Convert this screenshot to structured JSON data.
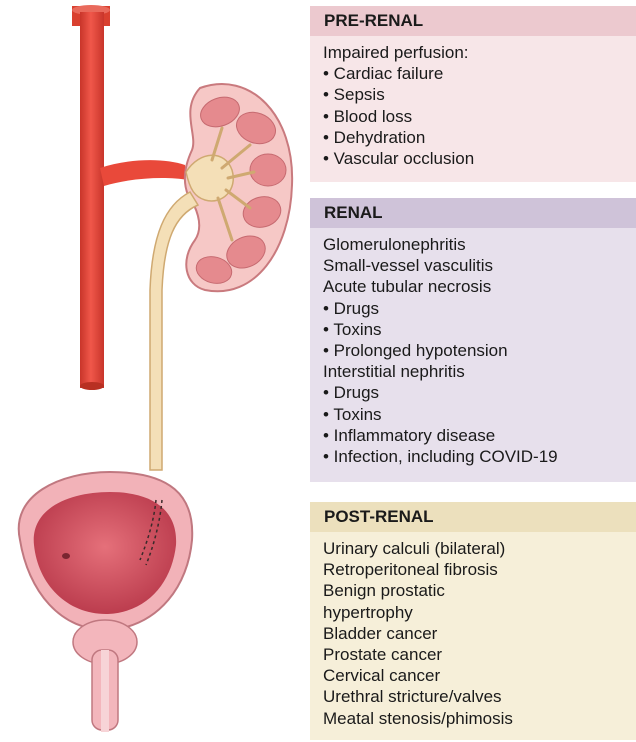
{
  "colors": {
    "pre_renal_header": "#ecc9cf",
    "pre_renal_body": "#f7e6e8",
    "renal_header": "#cfc3d9",
    "renal_body": "#e7e0ec",
    "post_renal_header": "#ece0bd",
    "post_renal_body": "#f6efd9",
    "artery": "#e9493a",
    "ureter": "#f4dfb7",
    "kidney": "#f6c8c6"
  },
  "illustration": {
    "parts": [
      "aorta",
      "renal-artery",
      "kidney",
      "ureter",
      "bladder",
      "prostate",
      "urethra"
    ]
  },
  "panels": [
    {
      "key": "pre_renal",
      "title": "PRE-RENAL",
      "lines": [
        "Impaired perfusion:",
        "• Cardiac failure",
        "• Sepsis",
        "• Blood loss",
        "• Dehydration",
        "• Vascular occlusion"
      ]
    },
    {
      "key": "renal",
      "title": "RENAL",
      "lines": [
        "Glomerulonephritis",
        "Small-vessel vasculitis",
        "Acute tubular necrosis",
        "• Drugs",
        "• Toxins",
        "• Prolonged hypotension",
        "Interstitial nephritis",
        "• Drugs",
        "• Toxins",
        "• Inflammatory disease",
        "• Infection, including COVID-19"
      ]
    },
    {
      "key": "post_renal",
      "title": "POST-RENAL",
      "lines": [
        "Urinary calculi (bilateral)",
        "Retroperitoneal fibrosis",
        "Benign prostatic",
        "hypertrophy",
        "Bladder cancer",
        "Prostate cancer",
        "Cervical cancer",
        "Urethral stricture/valves",
        "Meatal stenosis/phimosis"
      ]
    }
  ]
}
